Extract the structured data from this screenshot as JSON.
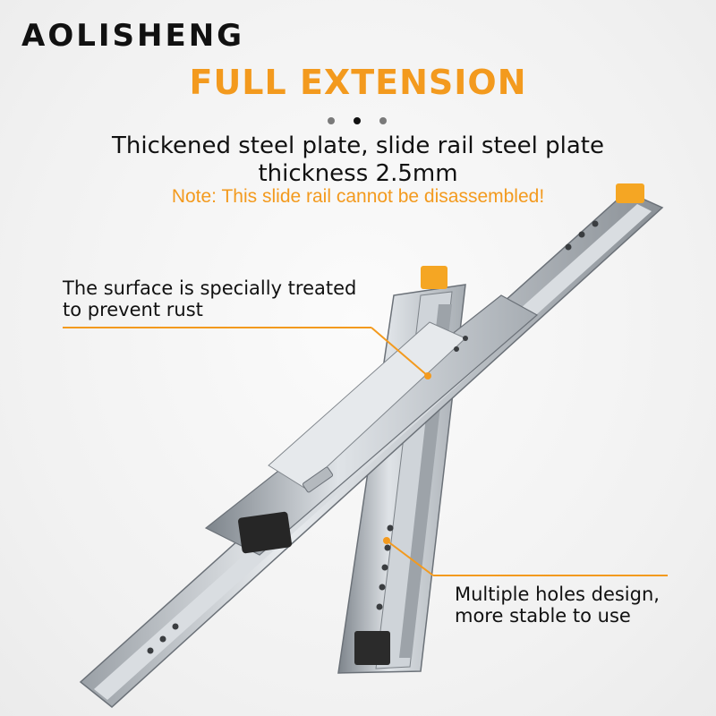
{
  "brand": {
    "name": "AOLISHENG"
  },
  "headline": {
    "text": "FULL EXTENSION"
  },
  "subtitle": {
    "line1": "Thickened steel plate, slide rail steel plate",
    "line2": "thickness 2.5mm"
  },
  "note": {
    "text": "Note: This slide rail cannot be disassembled!"
  },
  "callouts": [
    {
      "line1": "The surface is specially treated",
      "line2": "to prevent rust"
    },
    {
      "line1": "Multiple holes design,",
      "line2": "more stable to use"
    }
  ],
  "colors": {
    "accent": "#f39a1e",
    "text": "#111111",
    "dot_inactive": "#7a7a7a",
    "dot_active": "#111111"
  },
  "icons": [
    "carousel-dots"
  ]
}
